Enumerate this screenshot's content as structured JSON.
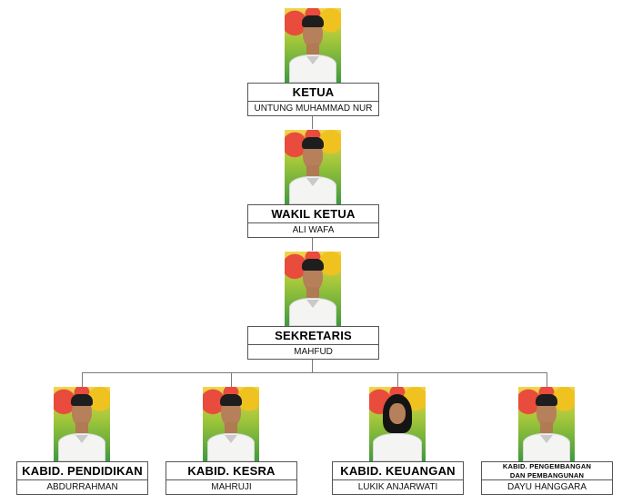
{
  "members": [
    {
      "title": "KETUA",
      "name": "UNTUNG MUHAMMAD NUR",
      "photo": "member-photo-man-cap"
    },
    {
      "title": "WAKIL KETUA",
      "name": "ALI WAFA",
      "photo": "member-photo-man-cap"
    },
    {
      "title": "SEKRETARIS",
      "name": "MAHFUD",
      "photo": "member-photo-man-cap"
    },
    {
      "title": "KABID. PENDIDIKAN",
      "name": "ABDURRAHMAN",
      "photo": "member-photo-man-cap"
    },
    {
      "title": "KABID. KESRA",
      "name": "MAHRUJI",
      "photo": "member-photo-man-cap"
    },
    {
      "title": "KABID. KEUANGAN",
      "name": "LUKIK ANJARWATI",
      "photo": "member-photo-woman-hijab"
    },
    {
      "title": "KABID. PENGEMBANGAN DAN PEMBANGUNAN",
      "name": "DAYU HANGGARA",
      "photo": "member-photo-man-cap"
    }
  ],
  "colors": {
    "connector": "#7a7a7a",
    "box_border": "#555555",
    "photo_background": [
      "#e94b3c",
      "#f0c21f",
      "#9ec53a",
      "#3f9a3e"
    ]
  }
}
